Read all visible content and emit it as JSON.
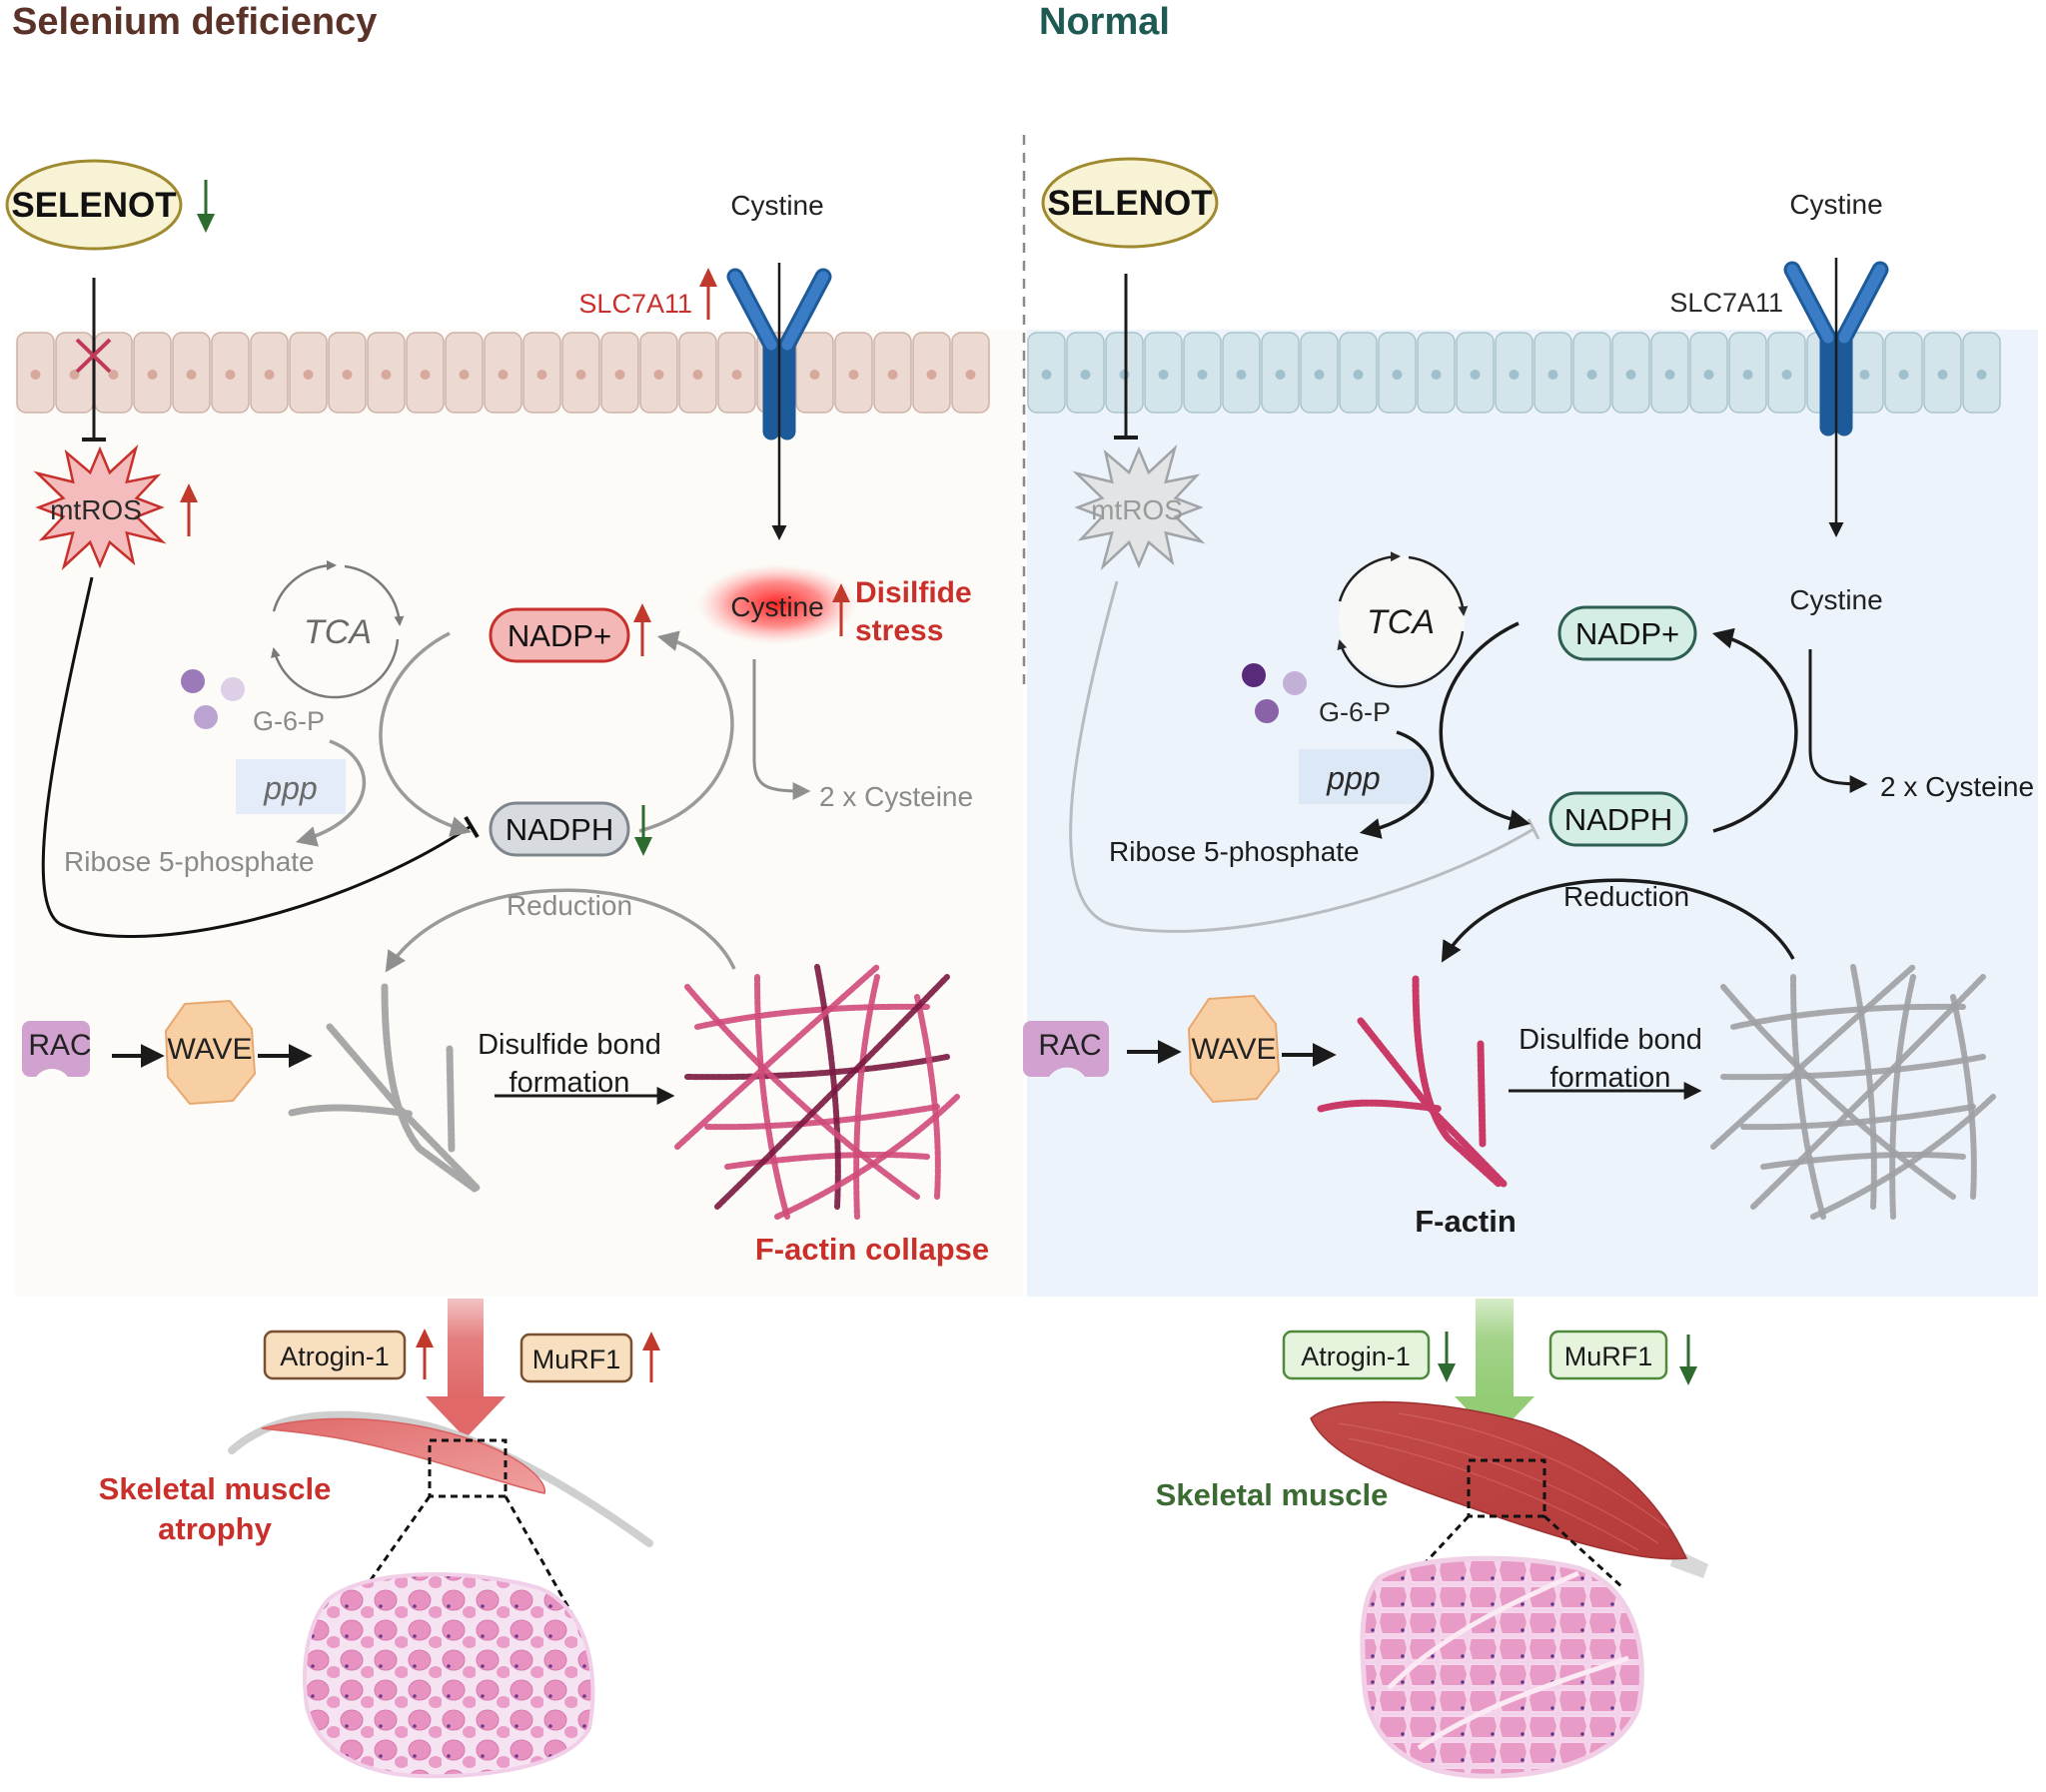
{
  "panels": {
    "left": {
      "title": "Selenium deficiency",
      "selenot": "SELENOT",
      "selenot_change": "down",
      "cystine_out": "Cystine",
      "transporter": "SLC7A11",
      "transporter_change": "up",
      "mtros": "mtROS",
      "mtros_change": "up",
      "tca": "TCA",
      "nadp": "NADP+",
      "nadp_change": "up",
      "nadph": "NADPH",
      "nadph_change": "down",
      "cystine_in": "Cystine",
      "disulfide_stress_line1": "Disilfide",
      "disulfide_stress_line2": "stress",
      "cysteine": "2 x Cysteine",
      "g6p": "G-6-P",
      "ppp": "ppp",
      "ribose": "Ribose 5-phosphate",
      "reduction": "Reduction",
      "rac": "RAC",
      "wave": "WAVE",
      "disulfide_bond_line1": "Disulfide bond",
      "disulfide_bond_line2": "formation",
      "factin_label": "F-actin collapse",
      "atrogin": "Atrogin-1",
      "atrogin_change": "up",
      "murf1": "MuRF1",
      "murf1_change": "up",
      "muscle_line1": "Skeletal muscle",
      "muscle_line2": "atrophy"
    },
    "right": {
      "title": "Normal",
      "selenot": "SELENOT",
      "cystine_out": "Cystine",
      "transporter": "SLC7A11",
      "mtros": "mtROS",
      "tca": "TCA",
      "nadp": "NADP+",
      "nadph": "NADPH",
      "cystine_in": "Cystine",
      "cysteine": "2 x Cysteine",
      "g6p": "G-6-P",
      "ppp": "ppp",
      "ribose": "Ribose 5-phosphate",
      "reduction": "Reduction",
      "rac": "RAC",
      "wave": "WAVE",
      "disulfide_bond_line1": "Disulfide bond",
      "disulfide_bond_line2": "formation",
      "factin_label": "F-actin",
      "atrogin": "Atrogin-1",
      "atrogin_change": "down",
      "murf1": "MuRF1",
      "murf1_change": "down",
      "muscle_line1": "Skeletal muscle"
    }
  },
  "colors": {
    "left_title": "#5a3228",
    "right_title": "#1e5a52",
    "up_arrow": "#c0392b",
    "down_arrow": "#2e6b2e",
    "left_bg": "#fcfbf7",
    "right_bg": "#edf3fb",
    "left_membrane": "#ecd9d1",
    "right_membrane": "#d3e4ea",
    "transporter": "#2f6eb5",
    "alert_text": "#c9302c",
    "normal_text": "#3b6b32"
  }
}
